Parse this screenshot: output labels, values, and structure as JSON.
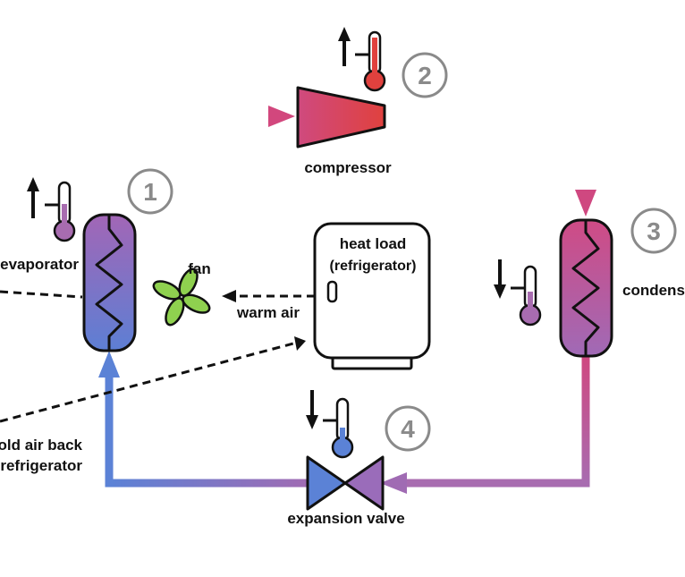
{
  "labels": {
    "compressor": "compressor",
    "evaporator": "evaporator",
    "condenser": "condenser",
    "expansion_valve": "expansion valve",
    "fan": "fan",
    "heat_load_line1": "heat load",
    "heat_load_line2": "(refrigerator)",
    "warm_air": "warm air",
    "cold_air_line1": "cold air back",
    "cold_air_line2": "to refrigerator"
  },
  "steps": [
    "1",
    "2",
    "3",
    "4"
  ],
  "colors": {
    "hot": "#e0413e",
    "warm": "#c9477a",
    "mid": "#a06bb3",
    "cold": "#5b82d6",
    "fan": "#8fd14f",
    "stroke": "#111111",
    "badge": "#8a8a8a"
  },
  "icons": {
    "step1_temp": "thermometer-up-icon",
    "step2_temp": "thermometer-up-icon",
    "step3_temp": "thermometer-down-icon",
    "step4_temp": "thermometer-down-icon"
  }
}
